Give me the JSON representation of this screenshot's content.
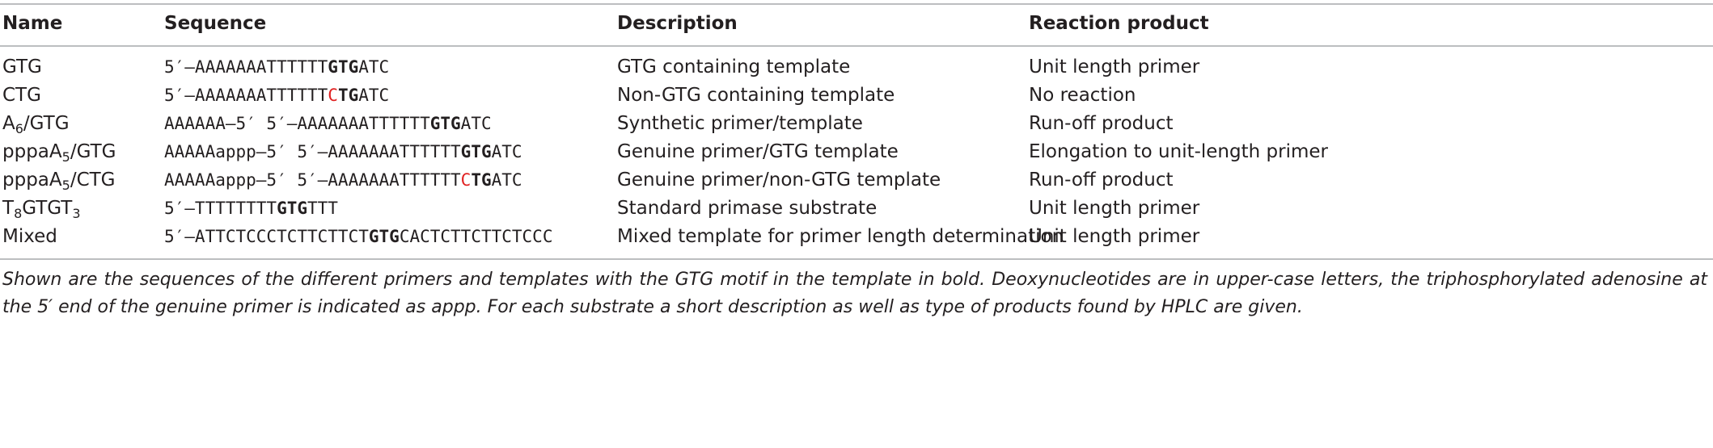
{
  "headers": {
    "name": "Name",
    "sequence": "Sequence",
    "description": "Description",
    "product": "Reaction product"
  },
  "rows": [
    {
      "name": {
        "main": "GTG"
      },
      "sequence": {
        "pre": "5′–AAAAAAATTTTTT",
        "red": "",
        "bold": "GTG",
        "post": "ATC"
      },
      "description": "GTG containing template",
      "product": "Unit length primer"
    },
    {
      "name": {
        "main": "CTG"
      },
      "sequence": {
        "pre": "5′–AAAAAAATTTTTT",
        "red": "C",
        "bold": "TG",
        "post": "ATC"
      },
      "description": "Non-GTG containing template",
      "product": "No reaction"
    },
    {
      "name": {
        "main": "A",
        "sub": "6",
        "rest": "/GTG"
      },
      "sequence": {
        "pre": "AAAAAA–5′ 5′–AAAAAAATTTTTT",
        "red": "",
        "bold": "GTG",
        "post": "ATC"
      },
      "description": "Synthetic primer/template",
      "product": "Run-off product"
    },
    {
      "name": {
        "main": "pppaA",
        "sub": "5",
        "rest": "/GTG"
      },
      "sequence": {
        "pre": "AAAAAappp–5′ 5′–AAAAAAATTTTTT",
        "red": "",
        "bold": "GTG",
        "post": "ATC"
      },
      "description": "Genuine primer/GTG template",
      "product": "Elongation to unit-length primer"
    },
    {
      "name": {
        "main": "pppaA",
        "sub": "5",
        "rest": "/CTG"
      },
      "sequence": {
        "pre": "AAAAAappp–5′ 5′–AAAAAAATTTTTT",
        "red": "C",
        "bold": "TG",
        "post": "ATC"
      },
      "description": "Genuine primer/non-GTG template",
      "product": "Run-off product"
    },
    {
      "name": {
        "main": "T",
        "sub": "8",
        "rest": "GTGT",
        "sub2": "3"
      },
      "sequence": {
        "pre": "5′–TTTTTTTT",
        "red": "",
        "bold": "GTG",
        "post": "TTT"
      },
      "description": "Standard primase substrate",
      "product": "Unit length primer"
    },
    {
      "name": {
        "main": "Mixed"
      },
      "sequence": {
        "pre": "5′–ATTCTCCCTCTTCTTCT",
        "red": "",
        "bold": "GTG",
        "post": "CACTCTTCTTCTCCC"
      },
      "description": "Mixed template for primer length determination",
      "product": "Unit length primer"
    }
  ],
  "caption": "Shown are the sequences of the different primers and templates with the GTG motif in the template in bold. Deoxynucleotides are in upper-case letters, the triphosphorylated adenosine at the 5′ end of the genuine primer is indicated as appp. For each substrate a short description as well as type of products found by HPLC are given.",
  "colors": {
    "text": "#231f20",
    "rule": "#bcbec0",
    "highlight": "#e02020"
  }
}
